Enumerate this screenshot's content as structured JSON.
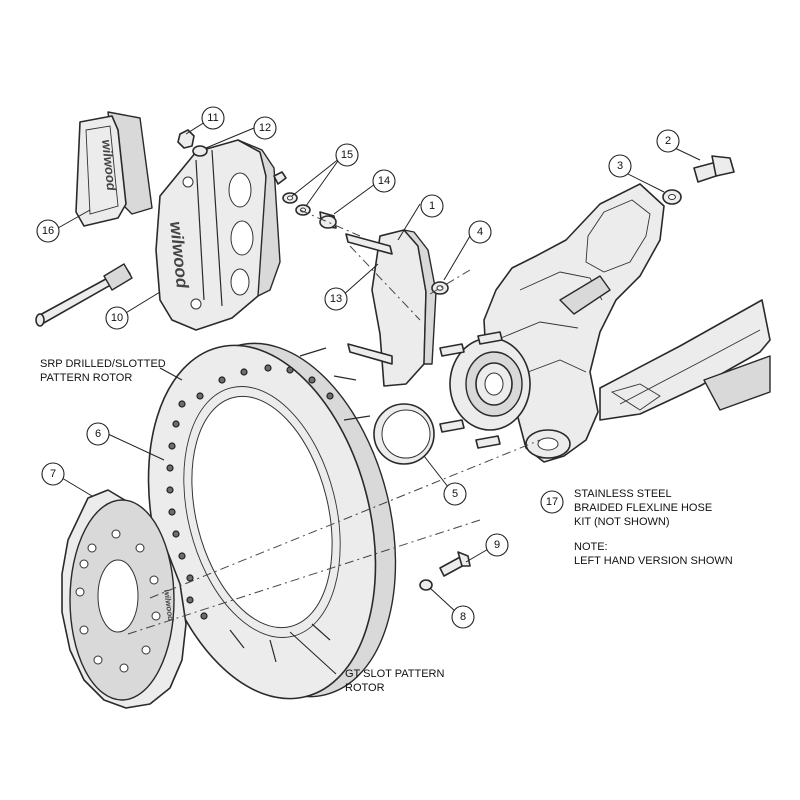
{
  "callouts": [
    "1",
    "2",
    "3",
    "4",
    "5",
    "6",
    "7",
    "8",
    "9",
    "10",
    "11",
    "12",
    "13",
    "14",
    "15",
    "16",
    "17"
  ],
  "labels": {
    "srp_line1": "SRP DRILLED/SLOTTED",
    "srp_line2": "PATTERN ROTOR",
    "gt_line1": "GT SLOT PATTERN",
    "gt_line2": "ROTOR",
    "hose_line1": "STAINLESS STEEL",
    "hose_line2": "BRAIDED FLEXLINE HOSE",
    "hose_line3": "KIT (NOT SHOWN)",
    "note_line1": "NOTE:",
    "note_line2": "LEFT HAND VERSION SHOWN"
  },
  "logos": {
    "pad_logo": "wilwood",
    "caliper_logo": "wilwood",
    "hat_logo": "wilwood"
  }
}
